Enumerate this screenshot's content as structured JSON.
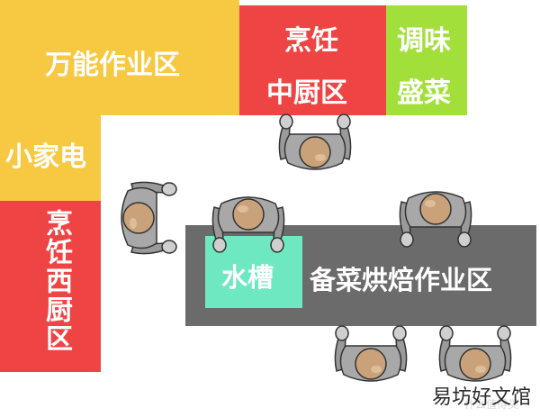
{
  "zones": {
    "multipurpose": {
      "label": "万能作业区",
      "color": "#f7c841"
    },
    "small_appliances": {
      "label": "小家电",
      "color": "#f7c841"
    },
    "cooking_chinese": {
      "label_line1": "烹饪",
      "label_line2": "中厨区",
      "color": "#ef4444"
    },
    "seasoning": {
      "label_line1": "调味",
      "label_line2": "盛菜",
      "color": "#a3df3a"
    },
    "cooking_western": {
      "label": "烹饪西厨区",
      "color": "#ef4444"
    },
    "sink": {
      "label": "水槽",
      "color": "#6ee8c0"
    },
    "prep_bake": {
      "label": "备菜烘焙作业区",
      "color": "#6b6b6b"
    }
  },
  "people_count": 6,
  "watermark": {
    "text": "易坊好文馆",
    "sub": "什么值得买"
  }
}
